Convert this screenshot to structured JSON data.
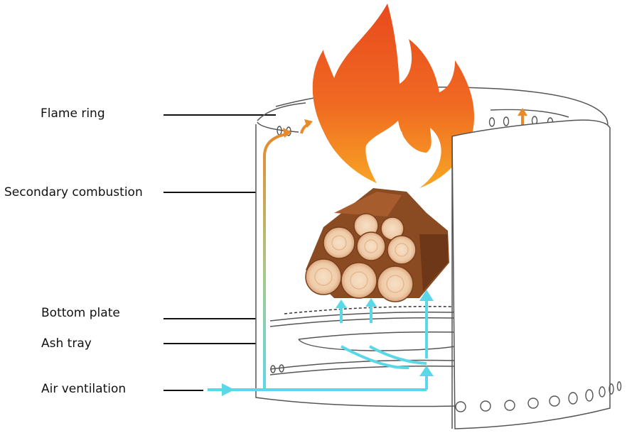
{
  "labels": {
    "flame_ring": "Flame ring",
    "secondary_combustion": "Secondary combustion",
    "bottom_plate": "Bottom plate",
    "ash_tray": "Ash tray",
    "air_ventilation": "Air ventilation"
  },
  "colors": {
    "flame_outer": "#e8531f",
    "flame_inner": "#f59a22",
    "hot_air": "#e8892a",
    "cool_air": "#5bd8e8",
    "wood_bark": "#8a4a22",
    "wood_face": "#f2d3b4",
    "outline": "#555555"
  }
}
